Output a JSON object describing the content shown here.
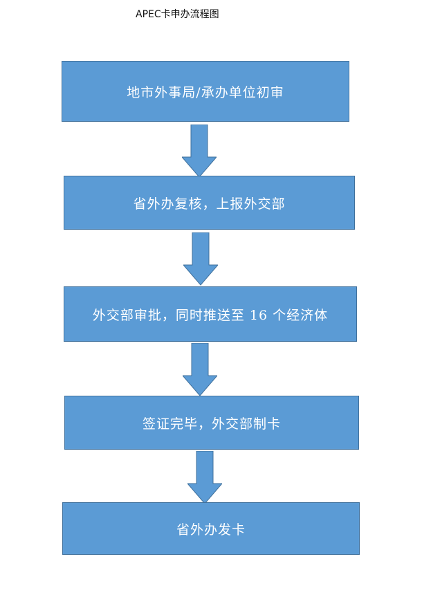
{
  "title": "APEC卡申办流程图",
  "colors": {
    "box_fill": "#5b9bd5",
    "box_border": "#41719c",
    "box_text": "#ffffff",
    "arrow_fill": "#5b9bd5"
  },
  "steps": [
    {
      "label": "地市外事局/承办单位初审"
    },
    {
      "label": "省外办复核，上报外交部"
    },
    {
      "label": "外交部审批，同时推送至 16 个经济体"
    },
    {
      "label": "签证完毕，外交部制卡"
    },
    {
      "label": "省外办发卡"
    }
  ]
}
